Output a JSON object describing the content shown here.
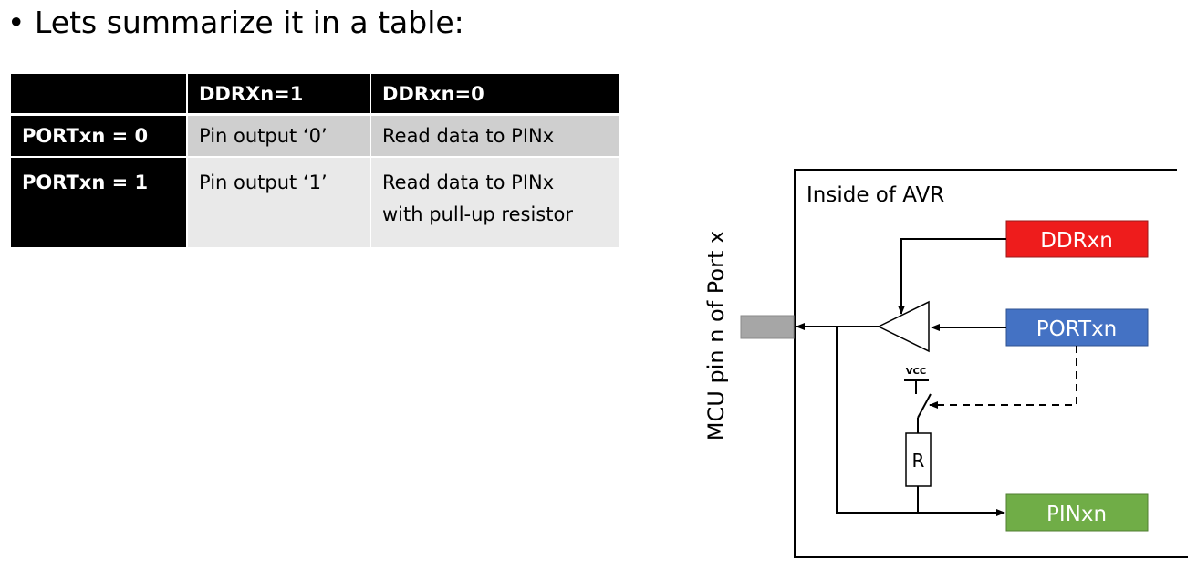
{
  "heading": {
    "bullet": "•",
    "text": "Lets summarize it in a table:"
  },
  "table": {
    "columns": [
      "",
      "DDRXn=1",
      "DDRxn=0"
    ],
    "rows": [
      {
        "header": "PORTxn = 0",
        "cells": [
          [
            "Pin output ‘0’"
          ],
          [
            "Read data to PINx"
          ]
        ]
      },
      {
        "header": "PORTxn = 1",
        "cells": [
          [
            "Pin output ‘1’"
          ],
          [
            "Read data to PINx",
            "with pull-up resistor"
          ]
        ]
      }
    ]
  },
  "diagram": {
    "box_label": "Inside of AVR",
    "pin_label": "MCU pin n of Port x",
    "registers": {
      "ddr": "DDRxn",
      "port": "PORTxn",
      "pin": "PINxn"
    },
    "vcc_label": "VCC",
    "resistor_label": "R",
    "colors": {
      "ddr": "#ee1c1c",
      "port": "#4472c4",
      "pin": "#70ad47",
      "pin_stub": "#a6a6a6"
    }
  }
}
